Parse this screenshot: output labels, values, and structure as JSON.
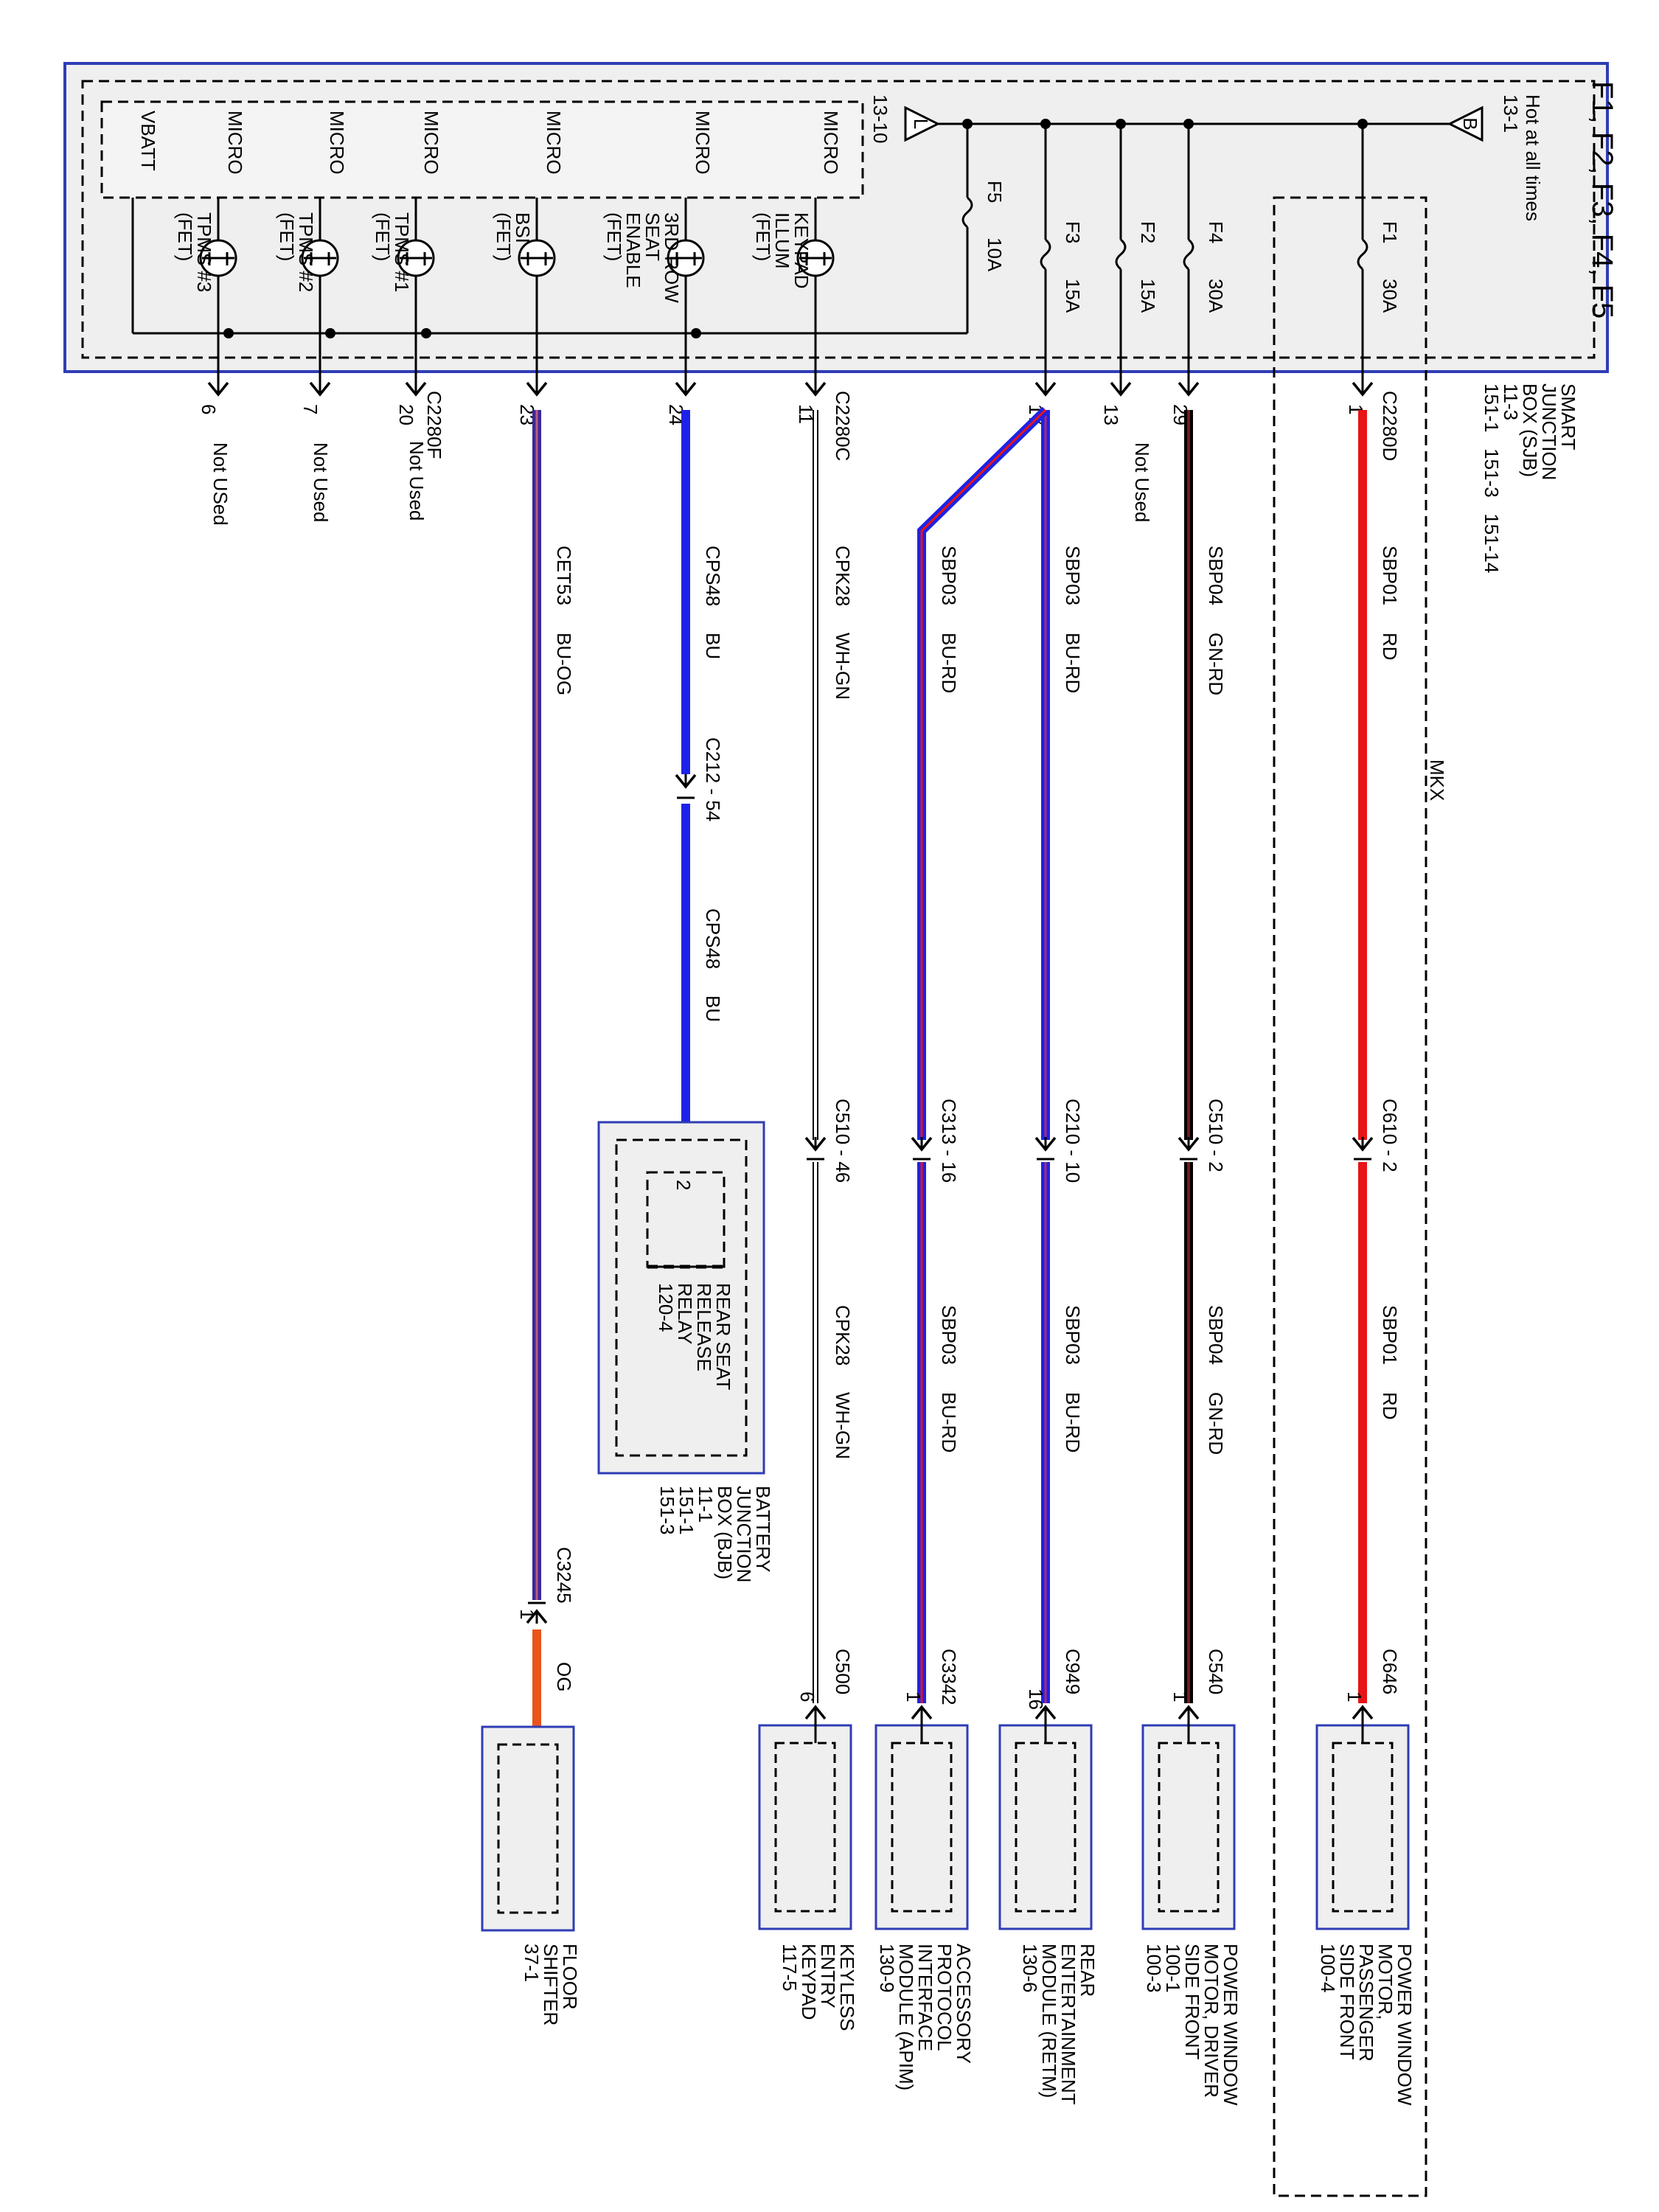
{
  "title": "F1, F2, F3, F4, F5",
  "colors": {
    "frame": "#2f3db5",
    "box_fill": "#f1f1f1",
    "red": "#e81416",
    "blue": "#1d22e8",
    "dark_red": "#5a1212",
    "white_green": "#ffffff",
    "orange": "#e8541a",
    "purple_blue": "#3a2a9a"
  },
  "sjb": {
    "hot_label": "Hot at all times",
    "in_ref": "13-1",
    "in_flag": "B",
    "out_flag": "L",
    "out_ref": "13-10",
    "name_lines": [
      "SMART",
      "JUNCTION",
      "BOX (SJB)",
      "11-3",
      "151-1   151-3   151-14"
    ],
    "variant_label": "MKX"
  },
  "fuses": [
    {
      "id": "F1",
      "rating": "30A"
    },
    {
      "id": "F4",
      "rating": "30A"
    },
    {
      "id": "F2",
      "rating": "15A"
    },
    {
      "id": "F3",
      "rating": "15A"
    },
    {
      "id": "F5",
      "rating": "10A"
    }
  ],
  "micros": [
    {
      "label": "MICRO",
      "output": [
        "KEYPAD",
        "ILLUM",
        "(FET)"
      ]
    },
    {
      "label": "MICRO",
      "output": [
        "3RD ROW",
        "SEAT",
        "ENABLE",
        "(FET)"
      ]
    },
    {
      "label": "MICRO",
      "output": [
        "BSI",
        "(FET)"
      ]
    },
    {
      "label": "MICRO",
      "output": [
        "TPMS #1",
        "(FET)"
      ]
    },
    {
      "label": "MICRO",
      "output": [
        "TPMS #2",
        "(FET)"
      ]
    },
    {
      "label": "MICRO",
      "output": [
        "TPMS #3",
        "(FET)"
      ]
    },
    {
      "label": "VBATT",
      "output": []
    }
  ],
  "connectors": {
    "c2280d": "C2280D",
    "c2280c": "C2280C",
    "c2280f": "C2280F"
  },
  "pins": [
    "1",
    "29",
    "13",
    "17",
    "11",
    "24",
    "23",
    "20",
    "7",
    "6"
  ],
  "not_used": [
    "Not Used",
    "Not Used",
    "Not Used",
    "Not USed"
  ],
  "circuits": [
    {
      "code": "SBP01",
      "color": "RD"
    },
    {
      "code": "SBP04",
      "color": "GN-RD"
    },
    {
      "code": "SBP03",
      "color": "BU-RD"
    },
    {
      "code": "SBP03",
      "color": "BU-RD"
    },
    {
      "code": "CPK28",
      "color": "WH-GN"
    },
    {
      "code": "CPS48",
      "color": "BU"
    },
    {
      "code": "CET53",
      "color": "BU-OG"
    }
  ],
  "inline_connectors": [
    "C610 - 2",
    "C510 - 2",
    "C210 - 10",
    "C313 - 16",
    "C510 - 46",
    "C212 - 54",
    "C3245"
  ],
  "second_circuits": [
    {
      "code": "SBP01",
      "color": "RD"
    },
    {
      "code": "SBP04",
      "color": "GN-RD"
    },
    {
      "code": "SBP03",
      "color": "BU-RD"
    },
    {
      "code": "SBP03",
      "color": "BU-RD"
    },
    {
      "code": "CPK28",
      "color": "WH-GN"
    },
    {
      "code": "CPS48",
      "color": "BU"
    },
    {
      "code": "",
      "color": "OG"
    }
  ],
  "end_connectors": [
    {
      "name": "C646",
      "pin": "1"
    },
    {
      "name": "C540",
      "pin": "1"
    },
    {
      "name": "C949",
      "pin": "16"
    },
    {
      "name": "C3342",
      "pin": "1"
    },
    {
      "name": "C500",
      "pin": "6"
    },
    {
      "name": "",
      "pin": "1"
    }
  ],
  "components": [
    {
      "lines": [
        "POWER WINDOW",
        "MOTOR,",
        "PASSENGER",
        "SIDE FRONT",
        "100-4"
      ]
    },
    {
      "lines": [
        "POWER WINDOW",
        "MOTOR, DRIVER",
        "SIDE FRONT",
        "100-1",
        "100-3"
      ]
    },
    {
      "lines": [
        "REAR",
        "ENTERTAINMENT",
        "MODULE (RETM)",
        "130-6"
      ]
    },
    {
      "lines": [
        "ACCESSORY",
        "PROTOCOL",
        "INTERFACE",
        "MODULE (APIM)",
        "130-9"
      ]
    },
    {
      "lines": [
        "KEYLESS",
        "ENTRY",
        "KEYPAD",
        "117-5"
      ]
    },
    {
      "lines": [
        "FLOOR",
        "SHIFTER",
        "37-1"
      ]
    }
  ],
  "bjb": {
    "relay_pin": "2",
    "relay_lines": [
      "REAR SEAT",
      "RELEASE",
      "RELAY",
      "120-4"
    ],
    "name_lines": [
      "BATTERY",
      "JUNCTION",
      "BOX (BJB)",
      "11-1",
      "151-1",
      "151-3"
    ]
  }
}
